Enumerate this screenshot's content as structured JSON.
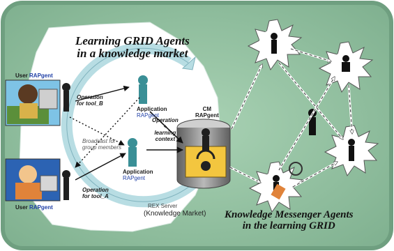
{
  "titles": {
    "left_line1": "Learning GRID Agents",
    "left_line2": "in a knowledge market",
    "right_line1": "Knowledge Messenger Agents",
    "right_line2": "in the learning GRID"
  },
  "labels": {
    "user_top_a": "User ",
    "user_top_b": "RAPgent",
    "user_bottom_a": "User ",
    "user_bottom_b": "RAPgent",
    "op_b_line1": "Operation",
    "op_b_line2": "for tool_B",
    "op_a_line1": "Operation",
    "op_a_line2": "for tool_A",
    "app_top_line1": "Application",
    "app_top_line2": "RAPgent",
    "app_bottom_line1": "Application",
    "app_bottom_line2": "RAPgent",
    "broadcast_line1": "Broadcast for",
    "broadcast_line2": "group members",
    "op_ctx_line1": "Operation",
    "op_ctx_line2": "+",
    "op_ctx_line3": "learning",
    "op_ctx_line4": "context",
    "cm_line1": "CM",
    "cm_line2": "RAPgent",
    "rex_server": "REX Server",
    "knowledge_market": "(Knowledge Market)"
  },
  "colors": {
    "background_panel": "#8fbf9f",
    "panel_edge": "#6f9f80",
    "ring": "#b8dde3",
    "cylinder": "#8e8e8e",
    "lock_box": "#f3c63f"
  }
}
